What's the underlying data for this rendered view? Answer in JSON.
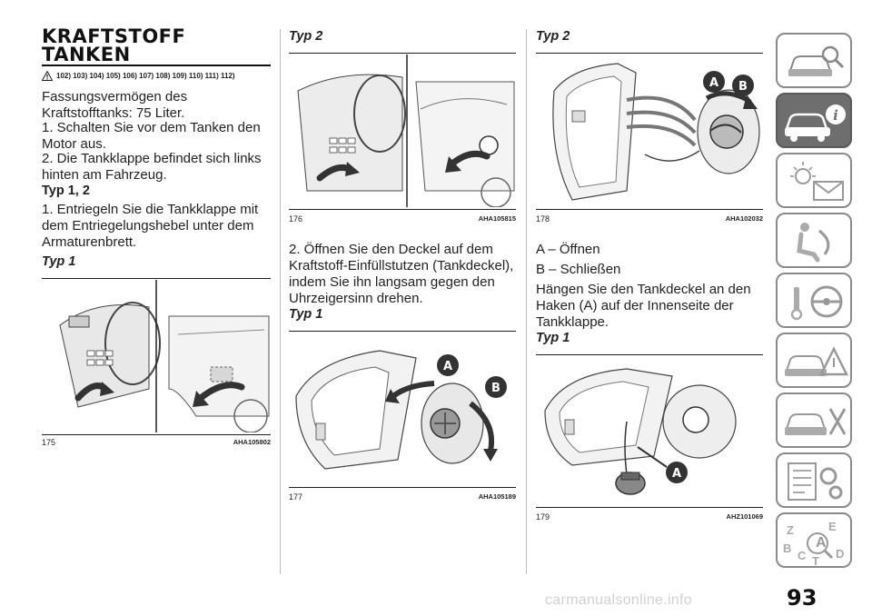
{
  "section": {
    "title_line1": "KRAFTSTOFF",
    "title_line2": "TANKEN",
    "warning_refs": "102) 103) 104) 105) 106) 107) 108) 109) 110) 111) 112)"
  },
  "col1": {
    "p1": "Fassungsvermögen des Kraftstofftanks: 75 Liter.",
    "p2": "1. Schalten Sie vor dem Tanken den Motor aus.",
    "p3": "2. Die Tankklappe befindet sich links hinten am Fahrzeug.",
    "h1": "Typ 1, 2",
    "p4": "1. Entriegeln Sie die Tankklappe mit dem Entriegelungshebel unter dem Armaturenbrett.",
    "h2": "Typ 1",
    "fig_num": "175",
    "fig_code": "AHA105802"
  },
  "col2": {
    "h1": "Typ 2",
    "fig1_num": "176",
    "fig1_code": "AHA105815",
    "p1": "2. Öffnen Sie den Deckel auf dem Kraftstoff-Einfüllstutzen (Tankdeckel), indem Sie ihn langsam gegen den Uhrzeigersinn drehen.",
    "h2": "Typ 1",
    "fig2_num": "177",
    "fig2_code": "AHA105189",
    "label_a": "A",
    "label_b": "B"
  },
  "col3": {
    "h1": "Typ 2",
    "fig1_num": "178",
    "fig1_code": "AHA102032",
    "p1": "A – Öffnen",
    "p2": "B – Schließen",
    "p3": "Hängen Sie den Tankdeckel an den Haken (A) auf der Innenseite der Tankklappe.",
    "h2": "Typ 1",
    "fig2_num": "179",
    "fig2_code": "AHZ101069",
    "label_a": "A",
    "label_b": "B"
  },
  "sidebar": [
    {
      "icon": "car-search-icon",
      "active": false
    },
    {
      "icon": "car-info-icon",
      "active": true
    },
    {
      "icon": "warning-light-message-icon",
      "active": false
    },
    {
      "icon": "airbag-seat-icon",
      "active": false
    },
    {
      "icon": "key-steering-wheel-icon",
      "active": false
    },
    {
      "icon": "car-warning-triangle-icon",
      "active": false
    },
    {
      "icon": "car-service-tools-icon",
      "active": false
    },
    {
      "icon": "specifications-gears-icon",
      "active": false
    },
    {
      "icon": "alphabetical-index-icon",
      "active": false
    }
  ],
  "page_number": "93",
  "watermark": "carmanualsonline.info"
}
